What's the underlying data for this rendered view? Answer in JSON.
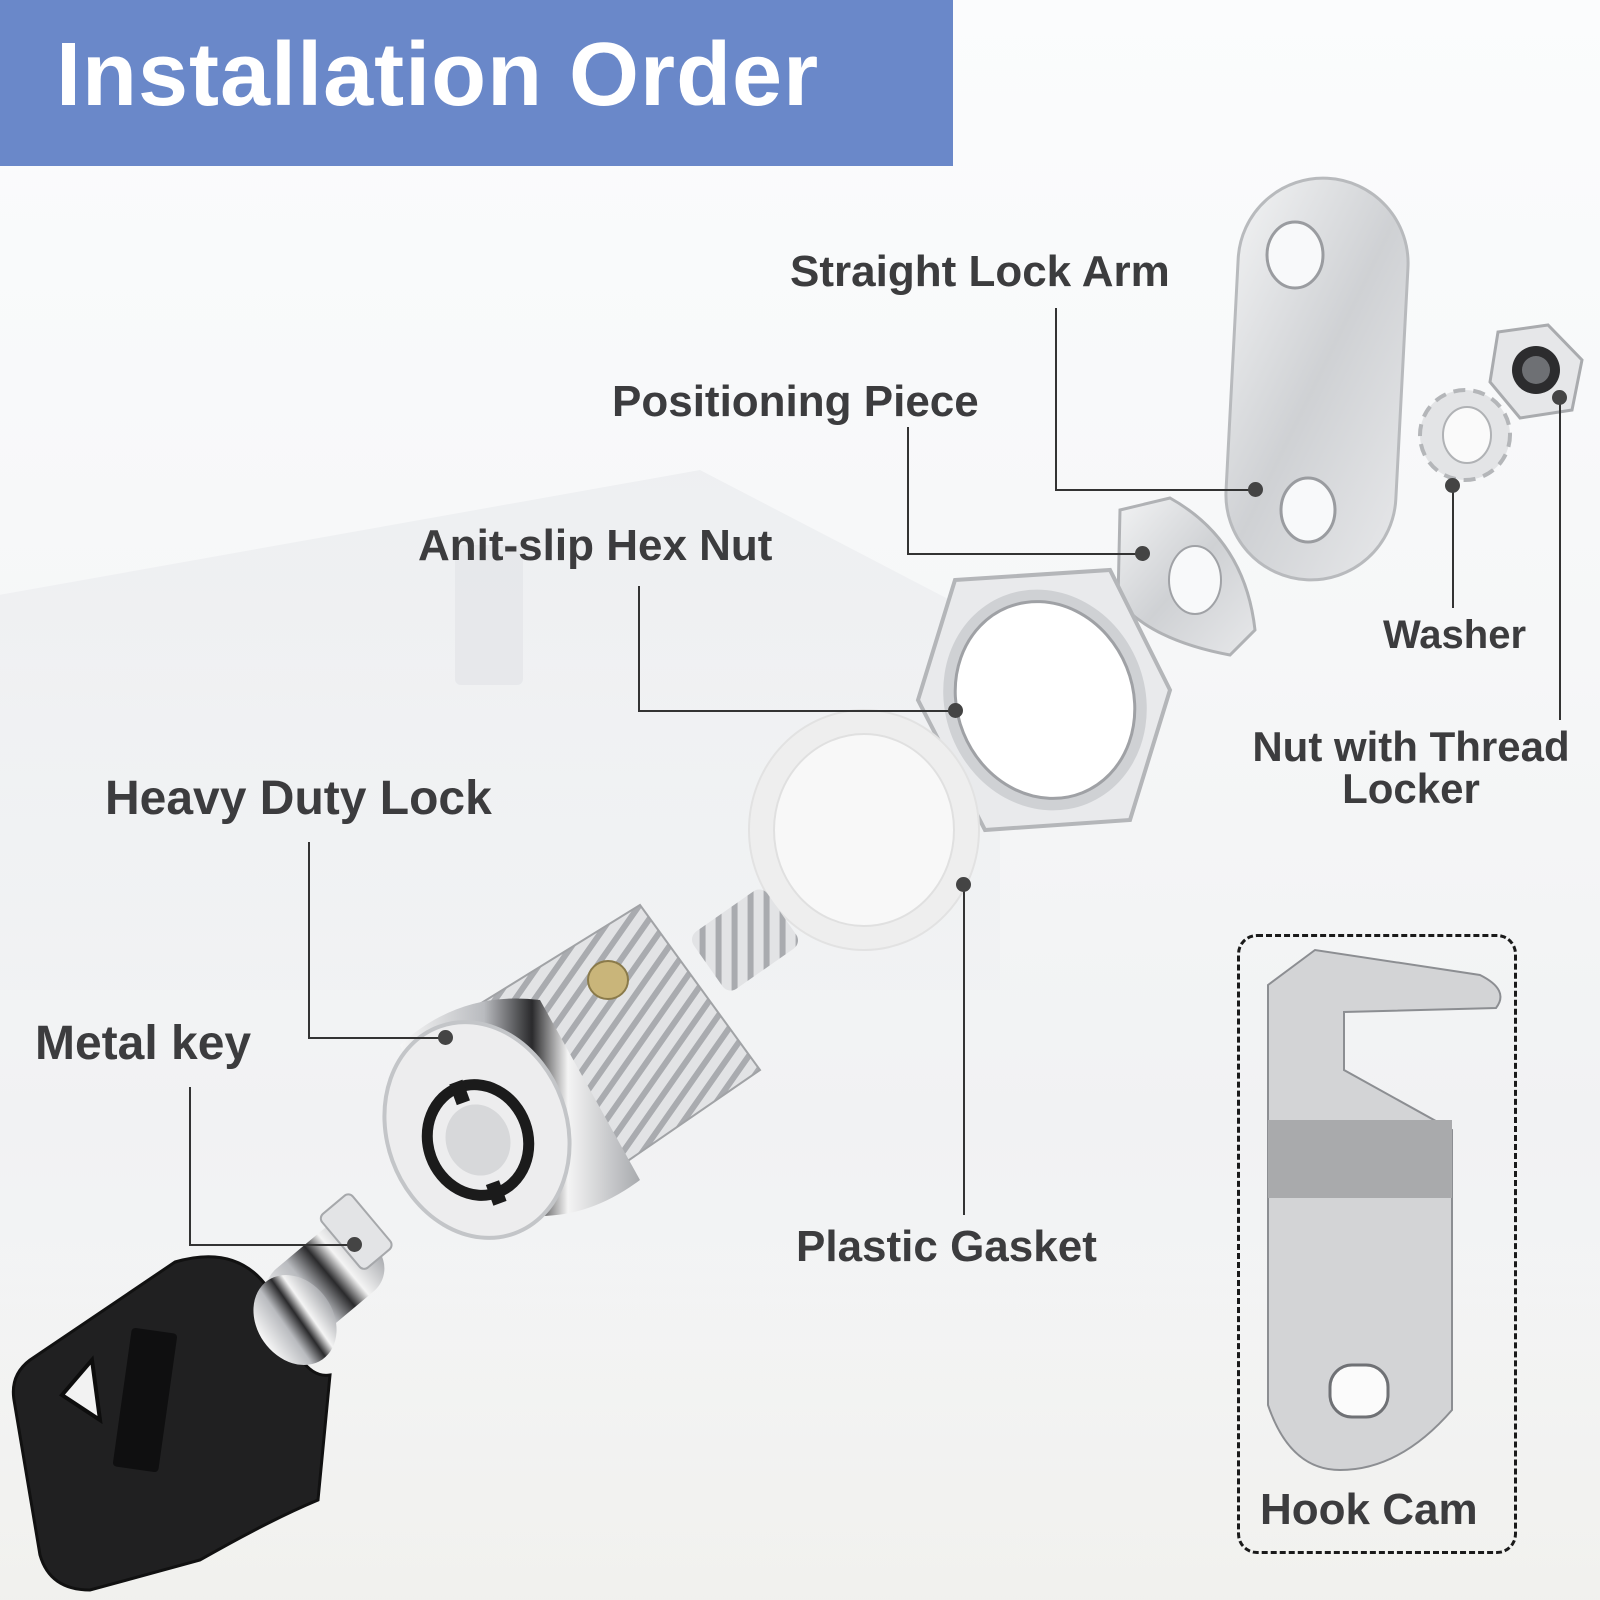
{
  "header": {
    "title": "Installation Order",
    "background_color": "#6a88c9",
    "text_color": "#ffffff"
  },
  "parts": [
    {
      "id": "straight-lock-arm",
      "label": "Straight Lock Arm"
    },
    {
      "id": "positioning-piece",
      "label": "Positioning Piece"
    },
    {
      "id": "anti-slip-hex-nut",
      "label": "Anit-slip Hex Nut"
    },
    {
      "id": "washer",
      "label": "Washer"
    },
    {
      "id": "nut-with-thread-locker",
      "label": "Nut with Thread\nLocker"
    },
    {
      "id": "heavy-duty-lock",
      "label": "Heavy Duty Lock"
    },
    {
      "id": "metal-key",
      "label": "Metal key"
    },
    {
      "id": "plastic-gasket",
      "label": "Plastic Gasket"
    },
    {
      "id": "hook-cam",
      "label": "Hook Cam"
    }
  ],
  "colors": {
    "label_text": "#3c3c3e",
    "leader_line": "#333333",
    "metal_light": "#e4e5e7",
    "metal_mid": "#c4c6c9",
    "metal_dark": "#8e9095",
    "key_head": "#1f1f20",
    "brass_pin": "#c9b57a"
  }
}
